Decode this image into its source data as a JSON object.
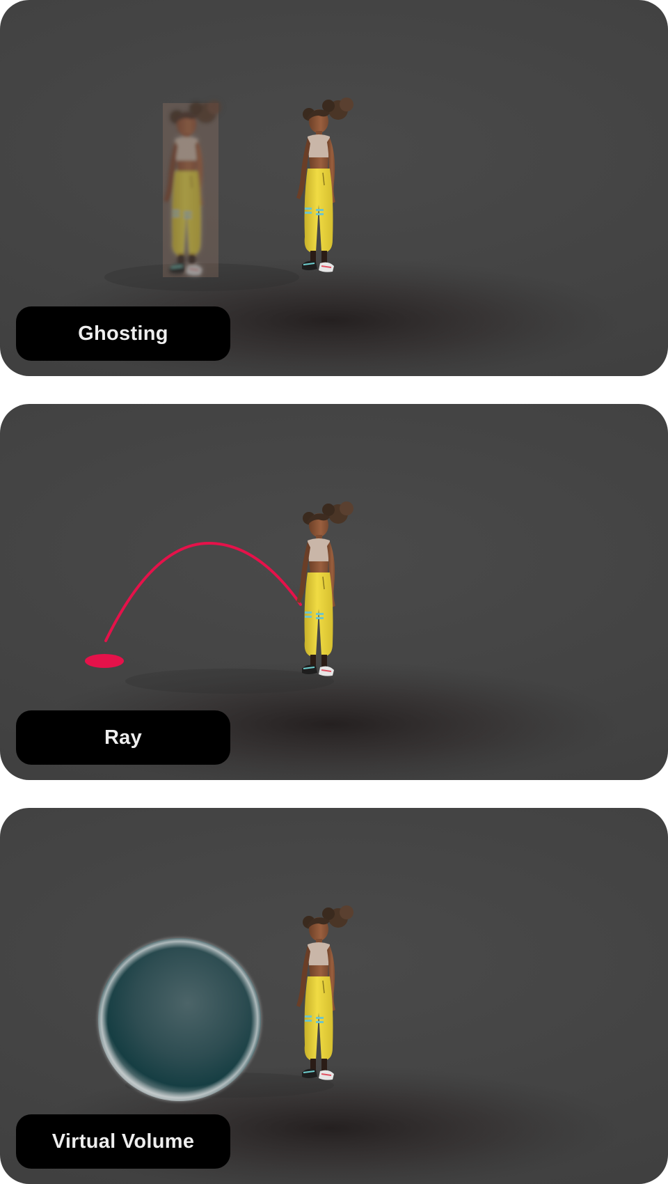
{
  "panels": [
    {
      "id": "ghosting",
      "label": "Ghosting"
    },
    {
      "id": "ray",
      "label": "Ray"
    },
    {
      "id": "virtual-volume",
      "label": "Virtual Volume"
    }
  ],
  "colors": {
    "panel_background": "#444444",
    "label_background": "#000000",
    "label_text": "#eeeeee",
    "ray_accent": "#e5124a",
    "volume_sphere": "#2f5358",
    "character_pants": "#e8d23a"
  },
  "icons": {
    "character": "character-figure",
    "ghost": "ghost-character-figure",
    "ray_target": "ray-target-marker",
    "sphere": "virtual-volume-sphere"
  }
}
